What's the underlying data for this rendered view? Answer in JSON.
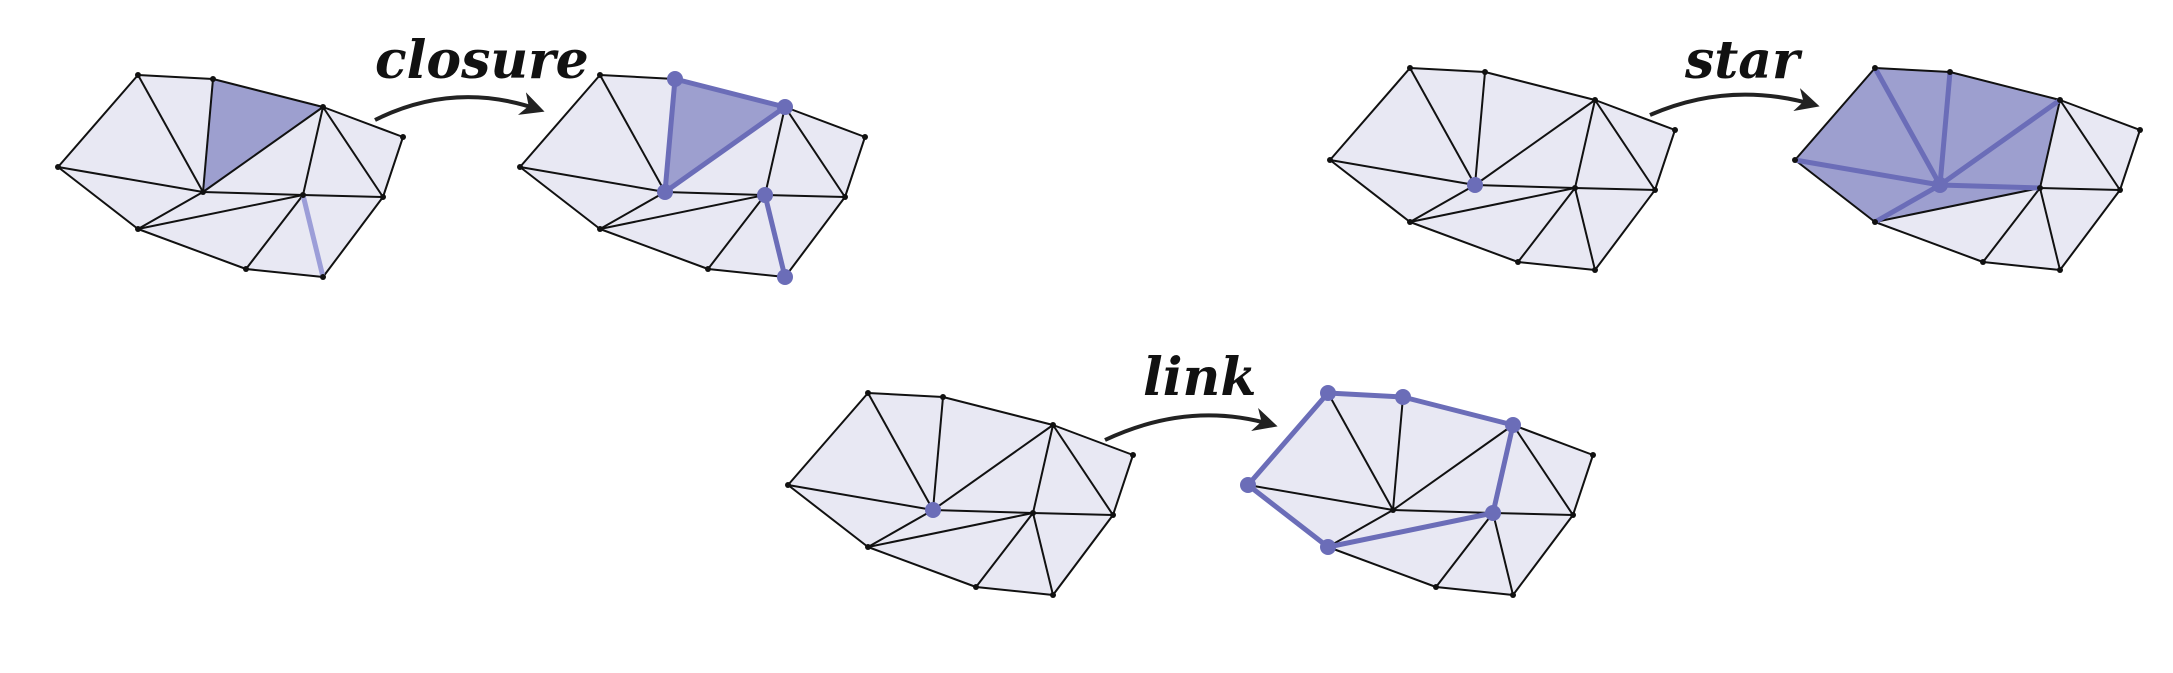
{
  "labels": {
    "closure": "closure",
    "star": "star",
    "link": "link"
  },
  "colors": {
    "face_fill": "#e8e8f3",
    "highlight_fill": "#9d9fcf",
    "highlight_stroke": "#6b6db8",
    "edge": "#111111",
    "arrow": "#222222"
  }
}
